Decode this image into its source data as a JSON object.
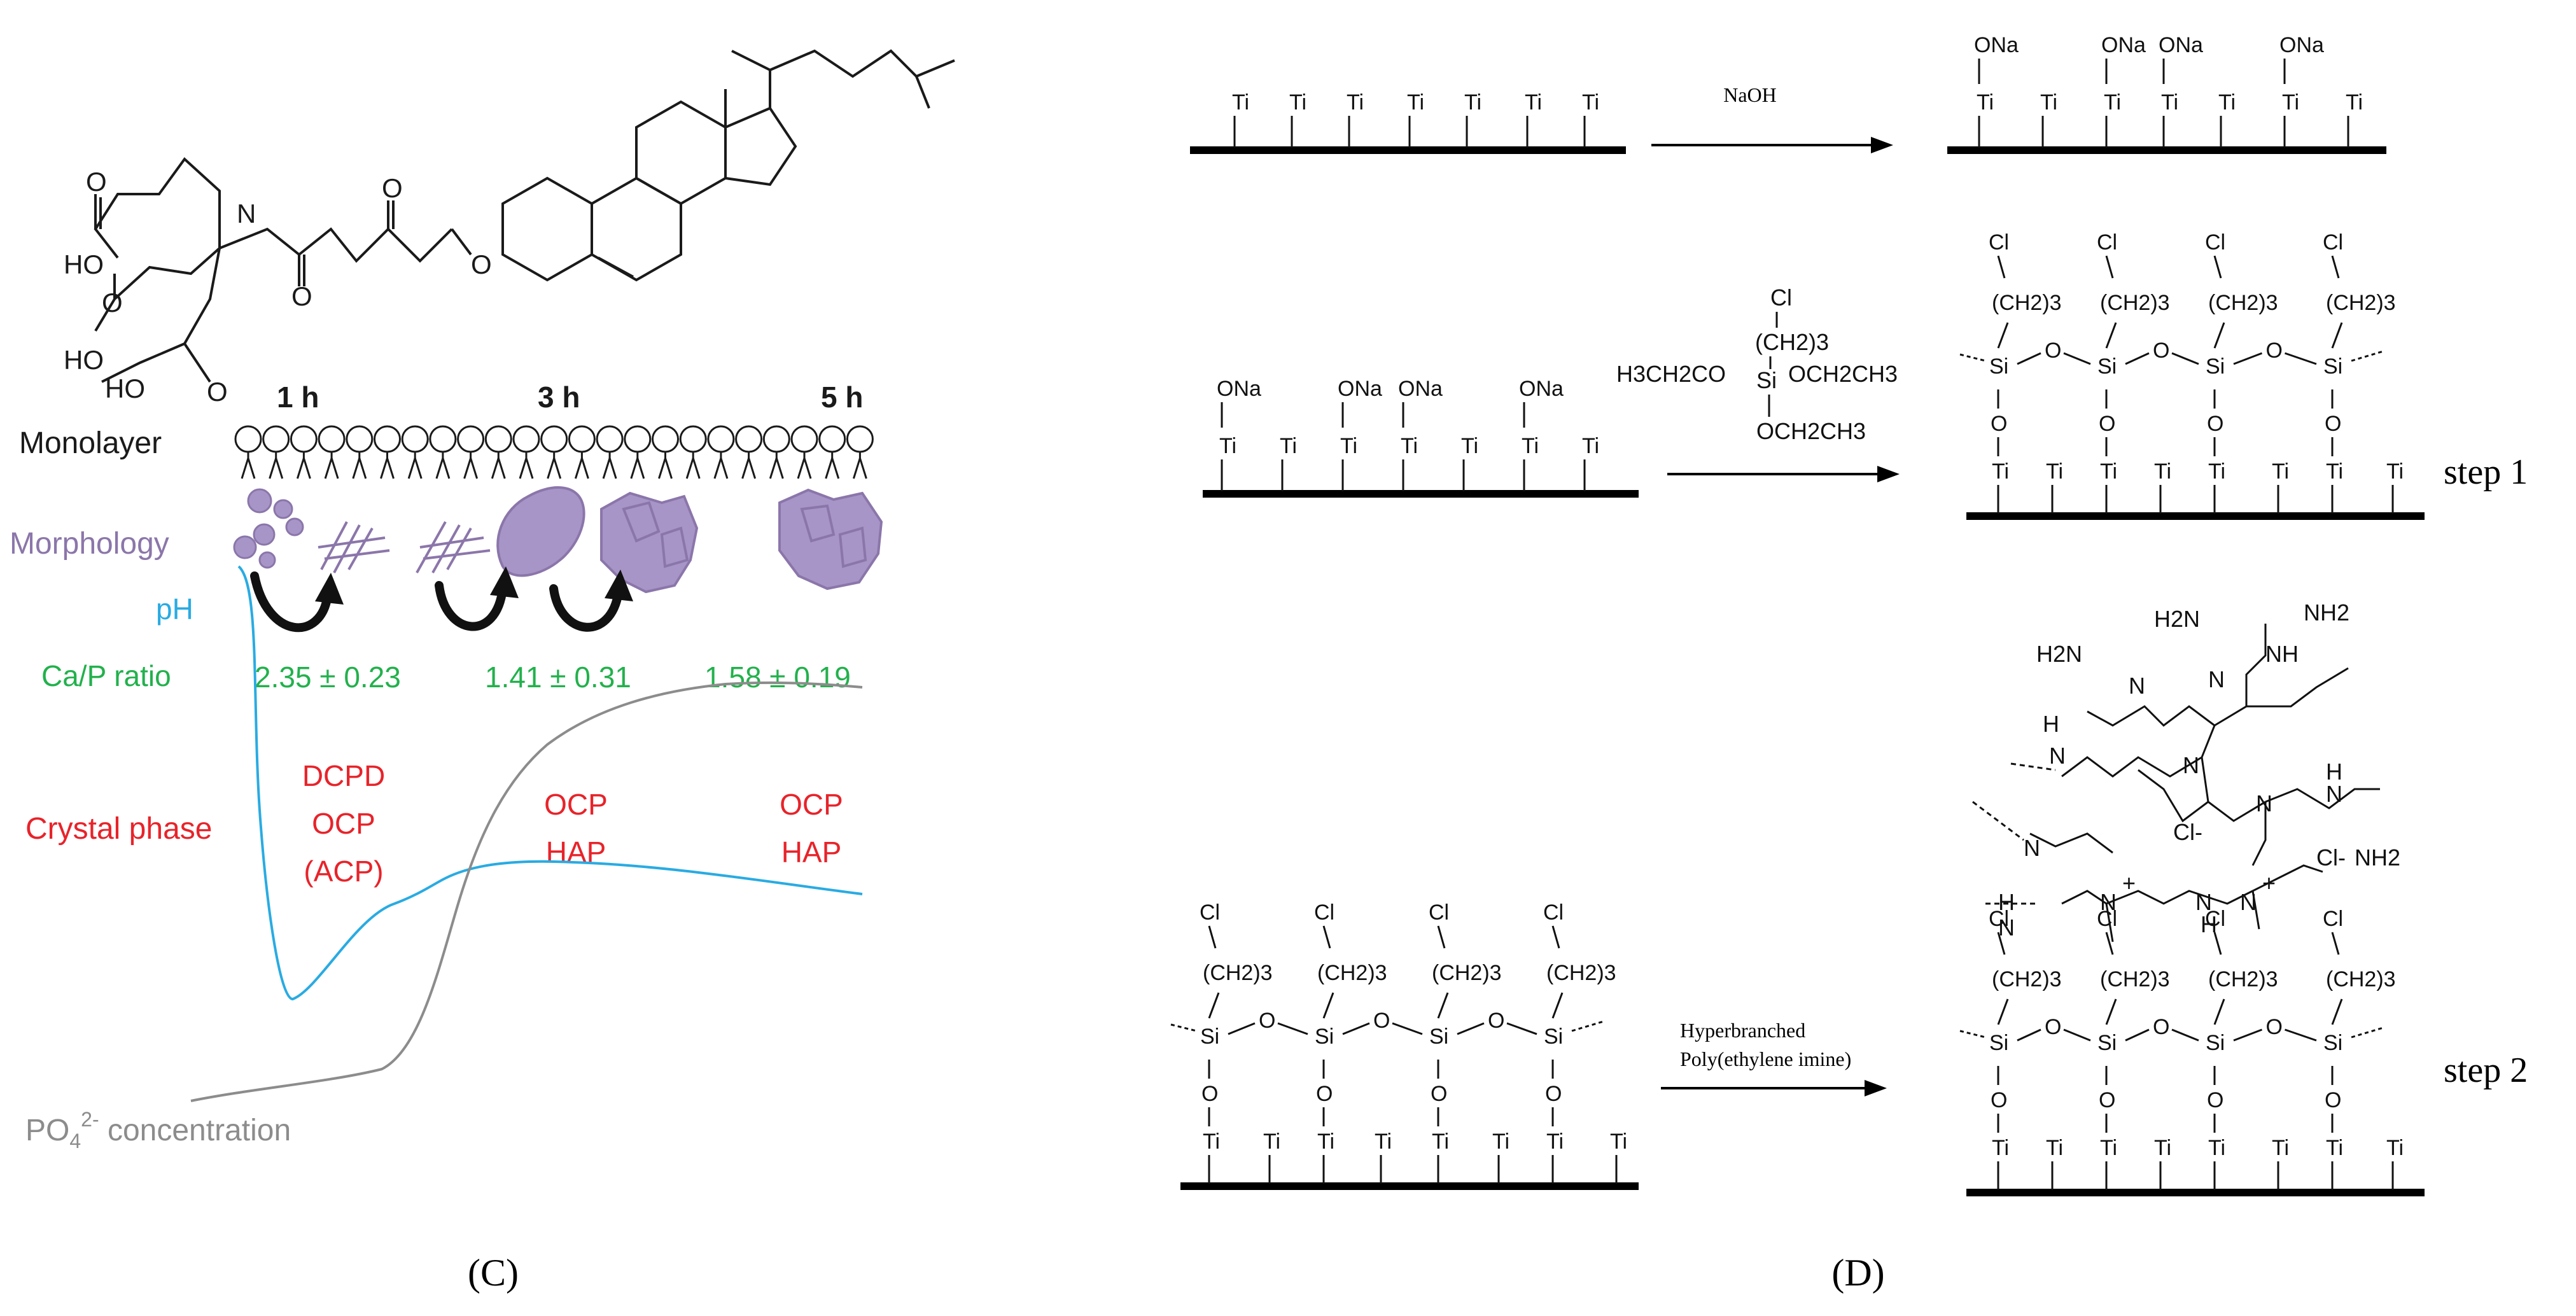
{
  "panel_c": {
    "label": "(C)",
    "time_labels": [
      "1 h",
      "3 h",
      "5 h"
    ],
    "row_labels": {
      "monolayer": "Monolayer",
      "morphology": "Morphology",
      "ph": "pH",
      "ca_p_ratio": "Ca/P ratio",
      "crystal_phase": "Crystal phase",
      "po4_base": "PO",
      "po4_sub": "4",
      "po4_sup": "2-",
      "po4_rest": " concentration"
    },
    "ca_p_values": [
      "2.35 ± 0.23",
      "1.41 ± 0.31",
      "1.58 ± 0.19"
    ],
    "phases_1h": [
      "DCPD",
      "OCP",
      "(ACP)"
    ],
    "phases_3h": [
      "OCP",
      "HAP"
    ],
    "phases_5h": [
      "OCP",
      "HAP"
    ],
    "molecule_atoms": [
      "HO",
      "O",
      "HO",
      "O",
      "HO",
      "O",
      "N",
      "H",
      "O",
      "O",
      "O"
    ],
    "colors": {
      "morphology": "#8b76aa",
      "particle_fill": "#a895c8",
      "ph": "#29abe2",
      "ca_p": "#22b14c",
      "crystal": "#e8232a",
      "po4": "#8c8c8c",
      "text": "#1a1a1a"
    }
  },
  "panel_d": {
    "label": "(D)",
    "reagent_naoh": "NaOH",
    "step1_label": "step 1",
    "step2_label": "step 2",
    "ti": "Ti",
    "ona": "ONa",
    "cl": "Cl",
    "ch2_3": "(CH2)3",
    "si": "Si",
    "o": "O",
    "silane": {
      "top": "Cl",
      "chain": "(CH2)3",
      "left": "H3CH2CO",
      "center": "Si",
      "right": "OCH2CH3",
      "bottom": "OCH2CH3"
    },
    "pei_reagent": [
      "Hyperbranched",
      "Poly(ethylene imine)"
    ],
    "pei_atoms": {
      "h2n": "H2N",
      "nh2": "NH2",
      "n": "N",
      "nh": "NH",
      "h": "H",
      "cl_minus": "Cl-",
      "plus": "+"
    }
  }
}
